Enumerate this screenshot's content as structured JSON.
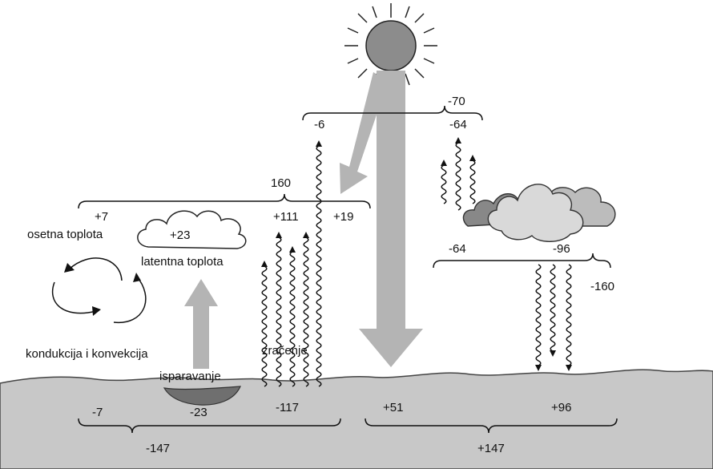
{
  "colors": {
    "ground": "#c8c8c8",
    "pond": "#6f6f6f",
    "arrow": "#b4b4b4",
    "sun": "#8c8c8c",
    "cloud_light": "#d9d9d9",
    "cloud_mid": "#bcbcbc",
    "cloud_dark": "#888888",
    "ink": "#111111"
  },
  "atmosphere": {
    "total": "160",
    "sensible_value": "+7",
    "sensible_label": "osetna toplota",
    "latent_value": "+23",
    "latent_label": "latentna toplota",
    "radiation_absorbed": "+111",
    "solar_absorbed": "+19"
  },
  "top": {
    "space_total": "-70",
    "atm_to_space": "-6",
    "cloud_to_space": "-64"
  },
  "clouds": {
    "emit_up": "-64",
    "emit_down": "-96",
    "total": "-160"
  },
  "surface": {
    "conduction_label": "kondukcija i konvekcija",
    "evaporation_label": "isparavanje",
    "radiation_label": "zračenje",
    "loss_conduction": "-7",
    "loss_evaporation": "-23",
    "loss_radiation": "-117",
    "loss_total": "-147",
    "gain_solar": "+51",
    "gain_back_radiation": "+96",
    "gain_total": "+147"
  }
}
